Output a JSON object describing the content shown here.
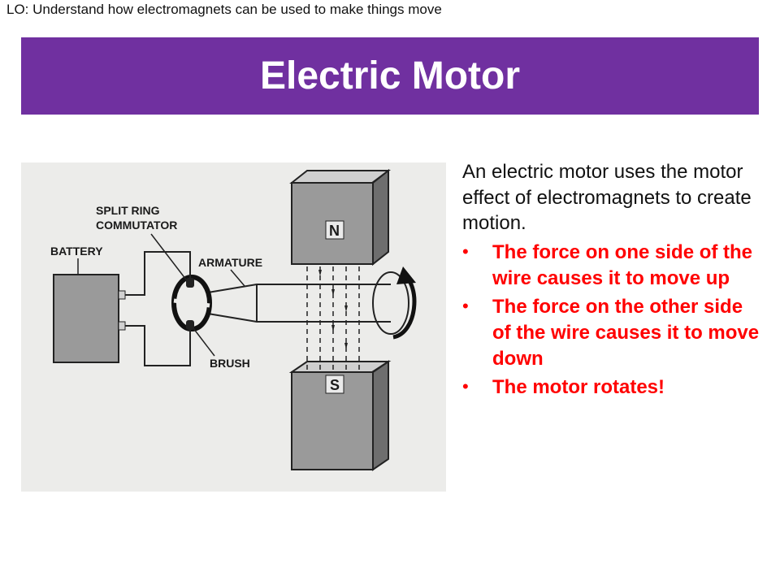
{
  "header": {
    "lo_text": "LO: Understand how electromagnets can be used to make things move",
    "title": "Electric Motor",
    "banner_color": "#7030a0"
  },
  "diagram": {
    "labels": {
      "split_ring_line1": "SPLIT RING",
      "split_ring_line2": "COMMUTATOR",
      "battery": "BATTERY",
      "armature": "ARMATURE",
      "brush": "BRUSH",
      "north": "N",
      "south": "S"
    }
  },
  "content": {
    "intro": "An electric motor uses the motor effect of electromagnets to create motion.",
    "bullet_color": "#ff0000",
    "bullets": [
      "The force on one side of the wire causes it to move up",
      "The force on the other side of the wire causes it to move down",
      "The motor rotates!"
    ]
  }
}
